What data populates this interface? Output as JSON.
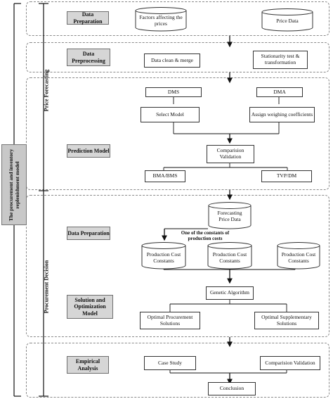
{
  "side_label": "The procurement and inventory replenishment model",
  "phases": {
    "price_forecasting": "Price Forecasting",
    "procurement_decision": "Procurement Decision"
  },
  "sections": {
    "data_preparation_1": "Data Preparation",
    "data_preprocessing": "Data Preprocessing",
    "prediction_model": "Prediction Model",
    "data_preparation_2": "Data Preparation",
    "solution_optimization": "Solution and Optimization Model",
    "empirical_analysis": "Empirical Analysis"
  },
  "nodes": {
    "factors": "Factors affecting the prices",
    "price_data": "Price Data",
    "data_clean": "Data clean & merge",
    "stationarity": "Stationarity test & transformation",
    "dms": "DMS",
    "dma": "DMA",
    "select_model": "Select Model",
    "assign_weights": "Assign weighing coefficients",
    "comparison_validation_1": "Comparision Validation",
    "bma_bms": "BMA/BMS",
    "tvp_dm": "TVP/DM",
    "forecasting_price_data": "Forecasting Price Data",
    "constants_note": "One of the constants of production costs",
    "pc1": "Production Cost Constants",
    "pc2": "Production Cost Constants",
    "pc3": "Production Cost Constants",
    "genetic_algorithm": "Genetic Algorithm",
    "optimal_procurement": "Optimal Procurement Solutions",
    "optimal_supplementary": "Optimal Supplementary Solutions",
    "case_study": "Case Study",
    "comparison_validation_2": "Comparision Validation",
    "conclusion": "Conclusion"
  }
}
